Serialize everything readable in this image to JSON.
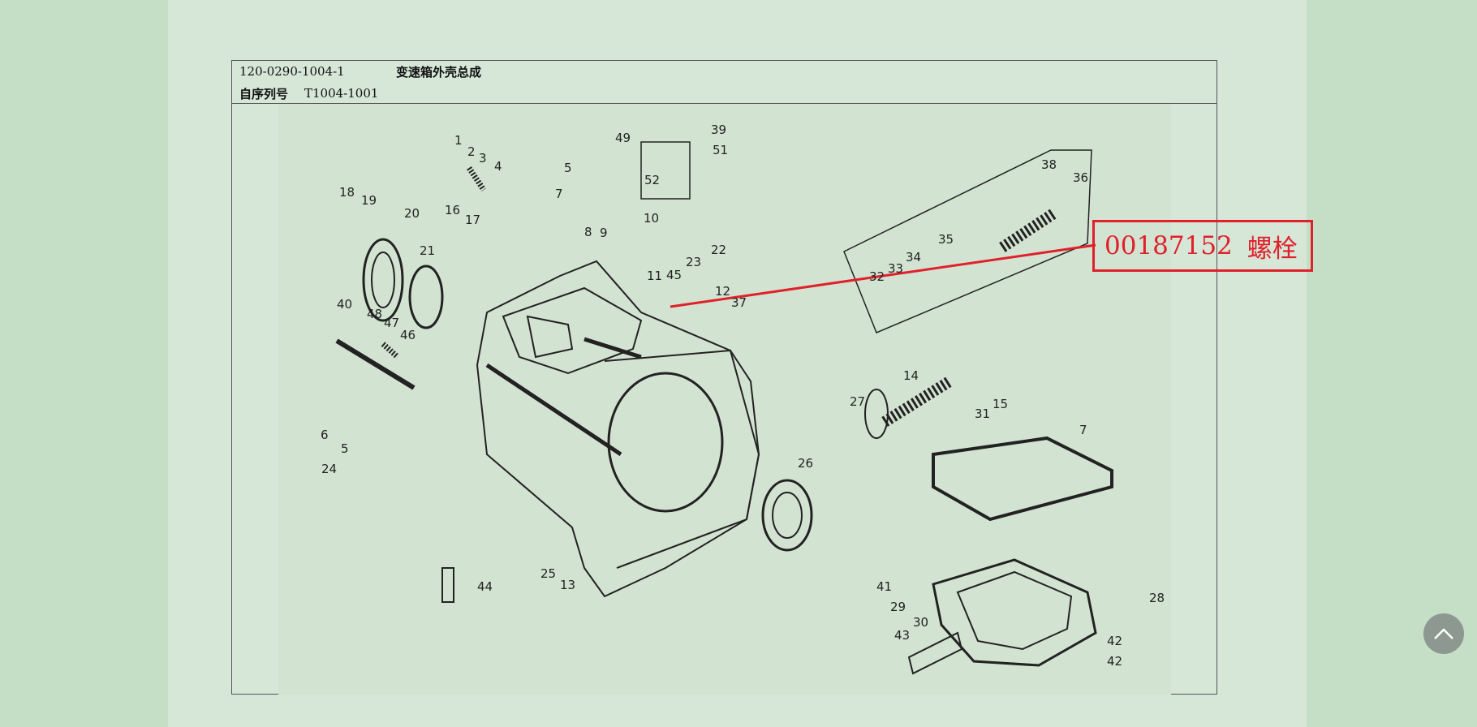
{
  "sheet": {
    "part_number": "120-0290-1004-1",
    "part_name": "变速箱外壳总成",
    "serial_label": "自序列号",
    "serial_value": "T1004-1001"
  },
  "callout": {
    "code": "00187152",
    "name": "螺栓",
    "color": "#e0202a"
  },
  "diagram": {
    "labels": [
      "1",
      "2",
      "3",
      "4",
      "5",
      "7",
      "49",
      "39",
      "51",
      "52",
      "18",
      "19",
      "20",
      "16",
      "17",
      "10",
      "8",
      "9",
      "23",
      "22",
      "11",
      "45",
      "21",
      "40",
      "48",
      "47",
      "46",
      "12",
      "37",
      "38",
      "36",
      "35",
      "34",
      "33",
      "32",
      "14",
      "15",
      "31",
      "27",
      "7",
      "6",
      "5",
      "24",
      "26",
      "25",
      "13",
      "44",
      "41",
      "28",
      "29",
      "30",
      "43",
      "42"
    ]
  },
  "scroll_top": {
    "icon": "chevron-up-icon"
  }
}
